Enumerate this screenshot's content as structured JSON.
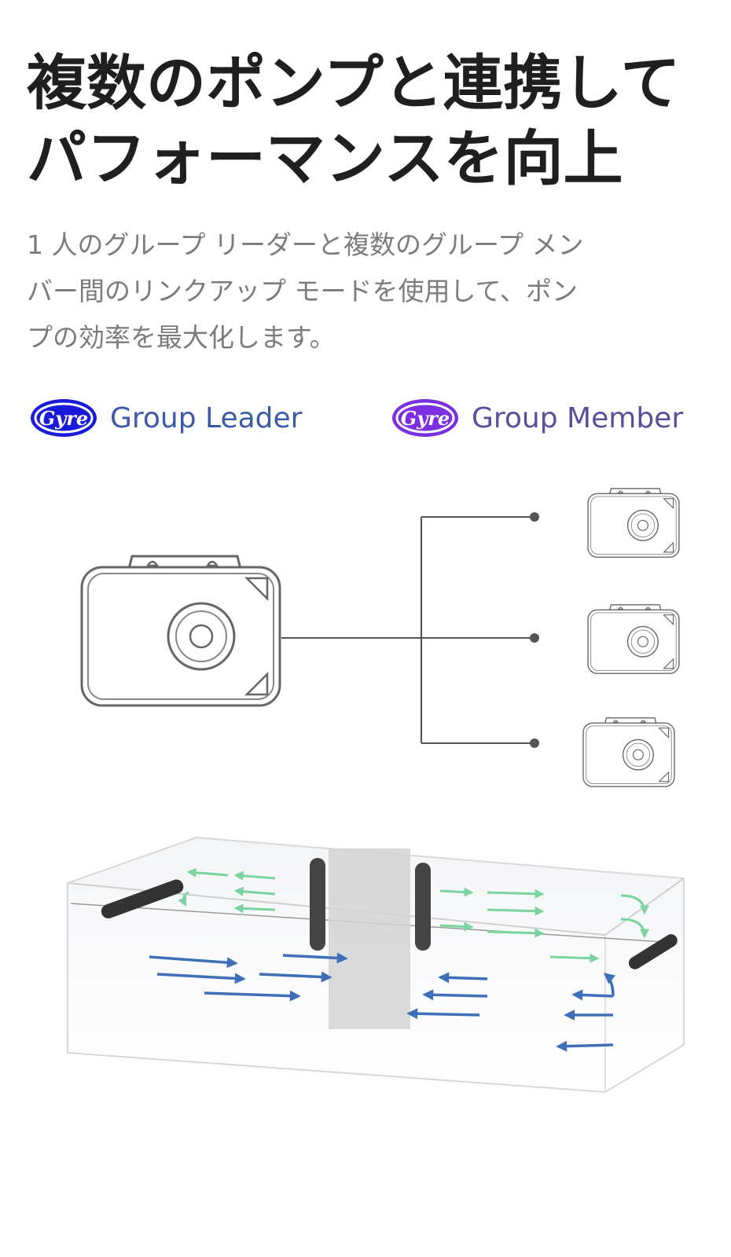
{
  "header": {
    "title_line1": "複数のポンプと連携して",
    "title_line2": "パフォーマンスを向上"
  },
  "description": {
    "line1": "1 人のグループ リーダーと複数のグループ メン",
    "line2": "バー間のリンクアップ モードを使用して、ポン",
    "line3": "プの効率を最大化します。"
  },
  "legend": {
    "leader": {
      "logo_text": "Gyre",
      "label": "Group Leader",
      "color": "#1a1adb"
    },
    "member": {
      "logo_text": "Gyre",
      "label": "Group Member",
      "color": "#7b2fe0"
    }
  },
  "colors": {
    "flow_upper": "#7bd4a0",
    "flow_lower": "#3f6fb8",
    "outline": "#555555"
  }
}
